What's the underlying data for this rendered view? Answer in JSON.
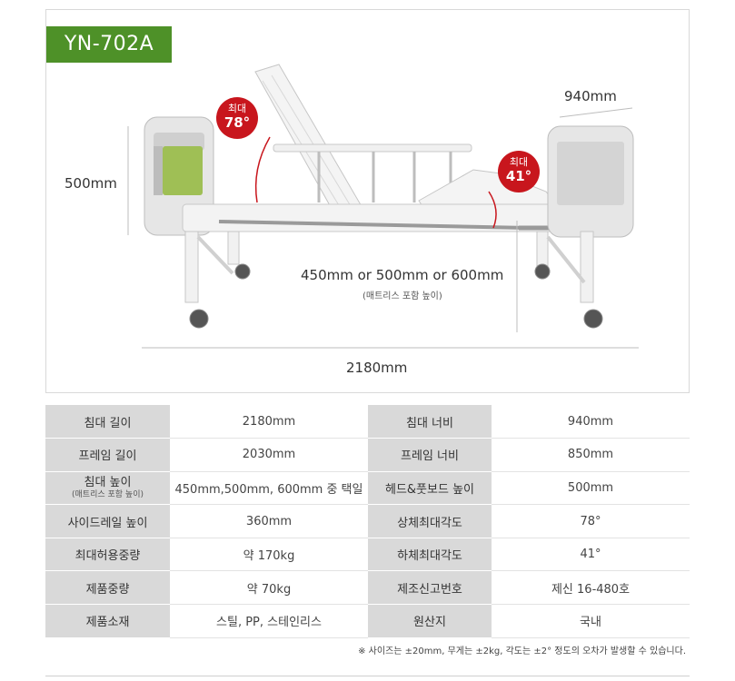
{
  "model": "YN-702A",
  "dimensions": {
    "height_label": "500mm",
    "width_label": "940mm",
    "length_label": "2180mm",
    "bed_height_label": "450mm or 500mm or 600mm",
    "bed_height_note": "(매트리스 포함 높이)"
  },
  "angles": {
    "head": {
      "label": "최대",
      "value": "78°"
    },
    "foot": {
      "label": "최대",
      "value": "41°"
    }
  },
  "specs": [
    {
      "k1": "침대 길이",
      "v1": "2180mm",
      "k2": "침대 너비",
      "v2": "940mm"
    },
    {
      "k1": "프레임 길이",
      "v1": "2030mm",
      "k2": "프레임 너비",
      "v2": "850mm"
    },
    {
      "k1": "침대 높이",
      "k1_sub": "(매트리스 포함 높이)",
      "v1": "450mm,500mm, 600mm 중 택일",
      "k2": "헤드&풋보드 높이",
      "v2": "500mm"
    },
    {
      "k1": "사이드레일 높이",
      "v1": "360mm",
      "k2": "상체최대각도",
      "v2": "78°"
    },
    {
      "k1": "최대허용중량",
      "v1": "약 170kg",
      "k2": "하체최대각도",
      "v2": "41°"
    },
    {
      "k1": "제품중량",
      "v1": "약 70kg",
      "k2": "제조신고번호",
      "v2": "제신 16-480호"
    },
    {
      "k1": "제품소재",
      "v1": "스틸, PP, 스테인리스",
      "k2": "원산지",
      "v2": "국내"
    }
  ],
  "note": "※ 사이즈는 ±20mm, 무게는 ±2kg, 각도는 ±2° 정도의 오차가 발생할 수 있습니다."
}
